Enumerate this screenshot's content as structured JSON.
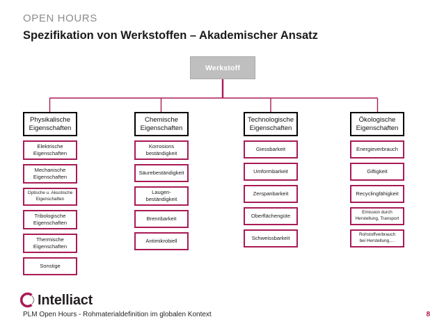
{
  "header": {
    "eyebrow": "OPEN HOURS",
    "title": "Spezifikation von Werkstoffen – Akademischer Ansatz"
  },
  "diagram": {
    "root": {
      "label": "Werkstoff",
      "fill": "#BFBFBF",
      "text_color": "#FFFFFF"
    },
    "connector_color": "#A81A55",
    "category_border_color": "#000000",
    "sub_item_border_color": "#A81A55",
    "columns": [
      {
        "header": [
          "Physikalische",
          "Eigenschaften"
        ],
        "items": [
          {
            "lines": [
              "Elektrische",
              "Eigenschaften"
            ],
            "small": false
          },
          {
            "lines": [
              "Mechanische",
              "Eigenschaften"
            ],
            "small": false
          },
          {
            "lines": [
              "Optische u. Akustische",
              "Eigenschaften"
            ],
            "small": true
          },
          {
            "lines": [
              "Tribologische",
              "Eigenschaften"
            ],
            "small": false
          },
          {
            "lines": [
              "Thermische",
              "Eigenschaften"
            ],
            "small": false
          },
          {
            "lines": [
              "Sonstige"
            ],
            "small": false
          }
        ]
      },
      {
        "header": [
          "Chemische",
          "Eigenschaften"
        ],
        "items": [
          {
            "lines": [
              "Korrosions",
              "beständigkeit"
            ],
            "small": false
          },
          {
            "lines": [
              "Säurebeständigkeit"
            ],
            "small": false
          },
          {
            "lines": [
              "Laugen-",
              "beständigkeit"
            ],
            "small": false
          },
          {
            "lines": [
              "Brennbarkeit"
            ],
            "small": false
          },
          {
            "lines": [
              "Antimikrobiell"
            ],
            "small": false
          }
        ]
      },
      {
        "header": [
          "Technologische",
          "Eigenschaften"
        ],
        "items": [
          {
            "lines": [
              "Giessbarkeit"
            ],
            "small": false
          },
          {
            "lines": [
              "Umformbarkeit"
            ],
            "small": false
          },
          {
            "lines": [
              "Zerspanbarkeit"
            ],
            "small": false
          },
          {
            "lines": [
              "Oberflächengüte"
            ],
            "small": false
          },
          {
            "lines": [
              "Schweissbarkeit"
            ],
            "small": false
          }
        ]
      },
      {
        "header": [
          "Ökologische",
          "Eigenschaften"
        ],
        "items": [
          {
            "lines": [
              "Energieverbrauch"
            ],
            "small": false
          },
          {
            "lines": [
              "Giftigkeit"
            ],
            "small": false
          },
          {
            "lines": [
              "Recyclingfähigkeit"
            ],
            "small": false
          },
          {
            "lines": [
              "Emission durch",
              "Herstellung, Transport"
            ],
            "small": true
          },
          {
            "lines": [
              "Rohstoffverbrauch",
              "bei Herstellung,…"
            ],
            "small": true
          }
        ]
      }
    ]
  },
  "footer": {
    "logo_text": "Intelliact",
    "logo_color": "#A81A55",
    "caption": "PLM Open Hours - Rohmaterialdefinition im globalen Kontext",
    "page_number": "8"
  }
}
